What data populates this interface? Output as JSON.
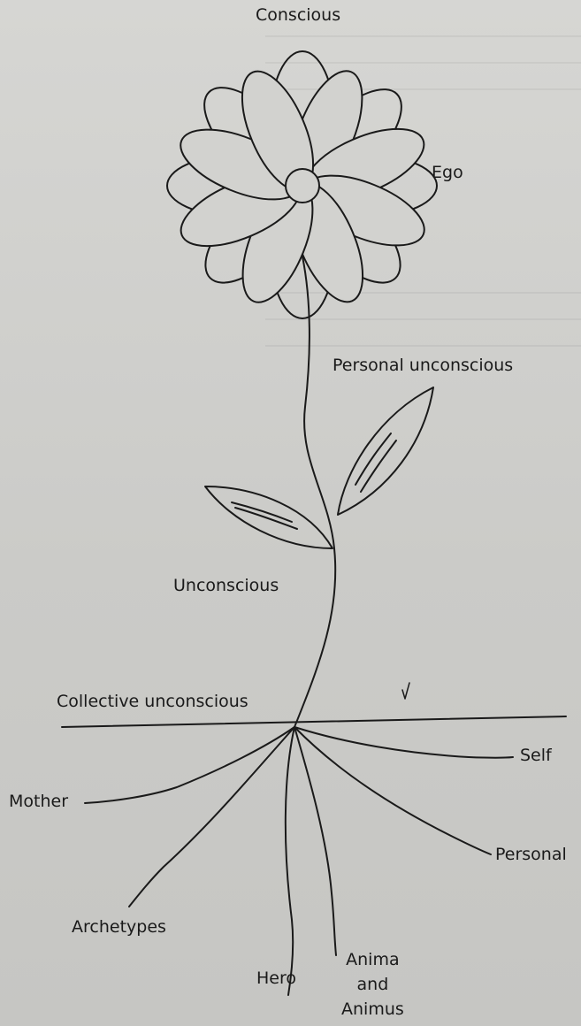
{
  "diagram": {
    "labels": {
      "conscious": "Conscious",
      "ego": "Ego",
      "personal_unconscious": "Personal unconscious",
      "unconscious": "Unconscious",
      "collective_unconscious": "Collective unconscious",
      "self": "Self",
      "mother": "Mother",
      "personal": "Personal",
      "archetypes": "Archetypes",
      "hero": "Hero",
      "anima_and_animus": "Anima\nand\nAnimus"
    },
    "colors": {
      "ink": "#1a1a1a",
      "paper": "#d0d0cd"
    }
  }
}
